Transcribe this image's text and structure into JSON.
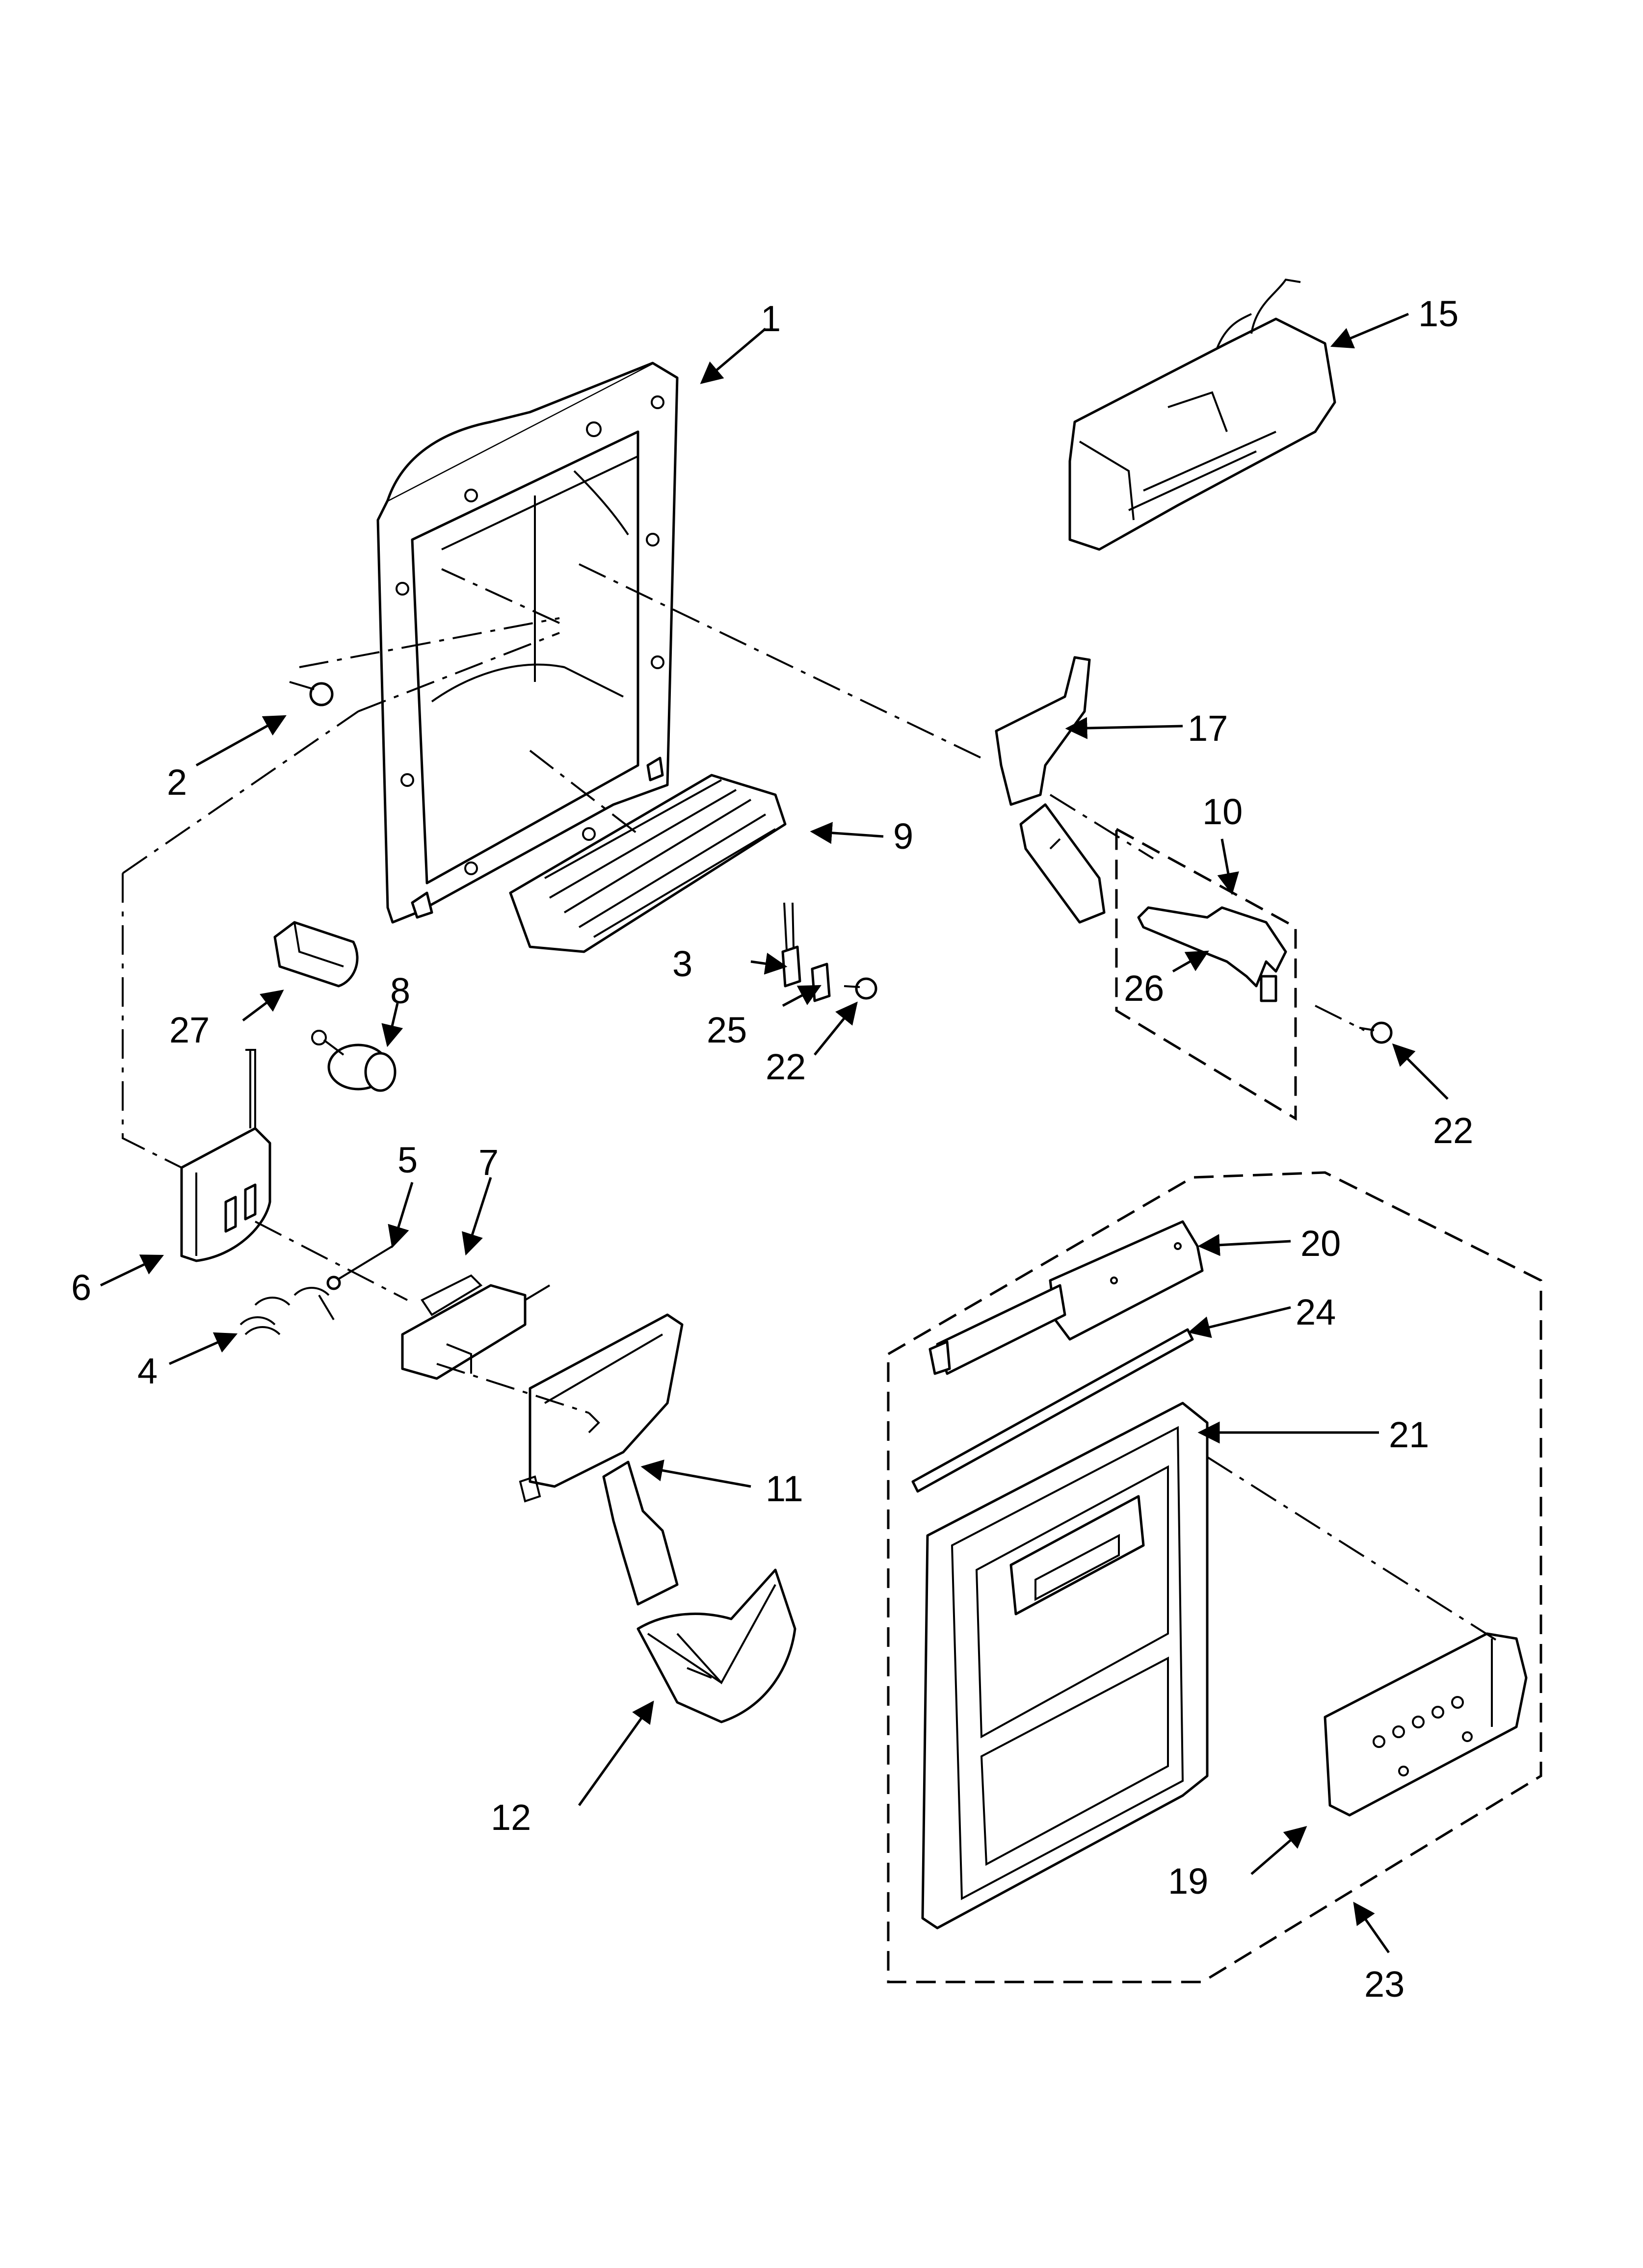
{
  "diagram": {
    "callouts": [
      {
        "id": "c1",
        "label": "1"
      },
      {
        "id": "c2",
        "label": "2"
      },
      {
        "id": "c3",
        "label": "3"
      },
      {
        "id": "c4",
        "label": "4"
      },
      {
        "id": "c5",
        "label": "5"
      },
      {
        "id": "c6",
        "label": "6"
      },
      {
        "id": "c7",
        "label": "7"
      },
      {
        "id": "c8",
        "label": "8"
      },
      {
        "id": "c9",
        "label": "9"
      },
      {
        "id": "c10",
        "label": "10"
      },
      {
        "id": "c11",
        "label": "11"
      },
      {
        "id": "c12",
        "label": "12"
      },
      {
        "id": "c15",
        "label": "15"
      },
      {
        "id": "c17",
        "label": "17"
      },
      {
        "id": "c19",
        "label": "19"
      },
      {
        "id": "c20",
        "label": "20"
      },
      {
        "id": "c21",
        "label": "21"
      },
      {
        "id": "c22a",
        "label": "22"
      },
      {
        "id": "c22b",
        "label": "22"
      },
      {
        "id": "c23",
        "label": "23"
      },
      {
        "id": "c24",
        "label": "24"
      },
      {
        "id": "c25",
        "label": "25"
      },
      {
        "id": "c26",
        "label": "26"
      },
      {
        "id": "c27",
        "label": "27"
      }
    ],
    "line_color": "#000000",
    "background": "#ffffff"
  }
}
